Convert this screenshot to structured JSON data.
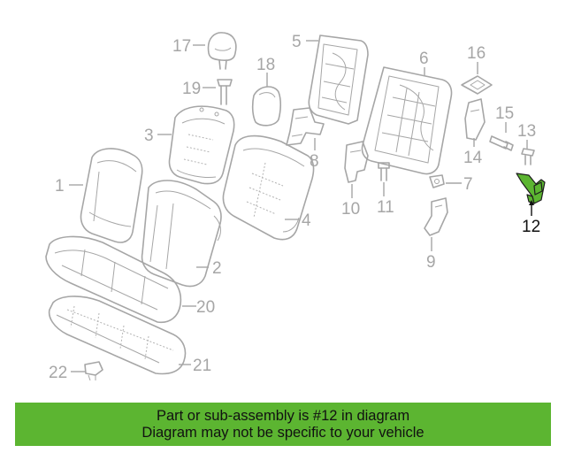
{
  "diagram": {
    "highlighted_part": "12",
    "callouts": [
      "1",
      "2",
      "3",
      "4",
      "5",
      "6",
      "7",
      "8",
      "9",
      "10",
      "11",
      "12",
      "13",
      "14",
      "15",
      "16",
      "17",
      "18",
      "19",
      "20",
      "21",
      "22"
    ]
  },
  "banner": {
    "line1": "Part or sub-assembly is #12 in diagram",
    "line2": "Diagram may not be specific to your vehicle"
  },
  "colors": {
    "highlight": "#5cb531",
    "line_art": "#a6a6a6",
    "label_highlight": "#111111"
  }
}
